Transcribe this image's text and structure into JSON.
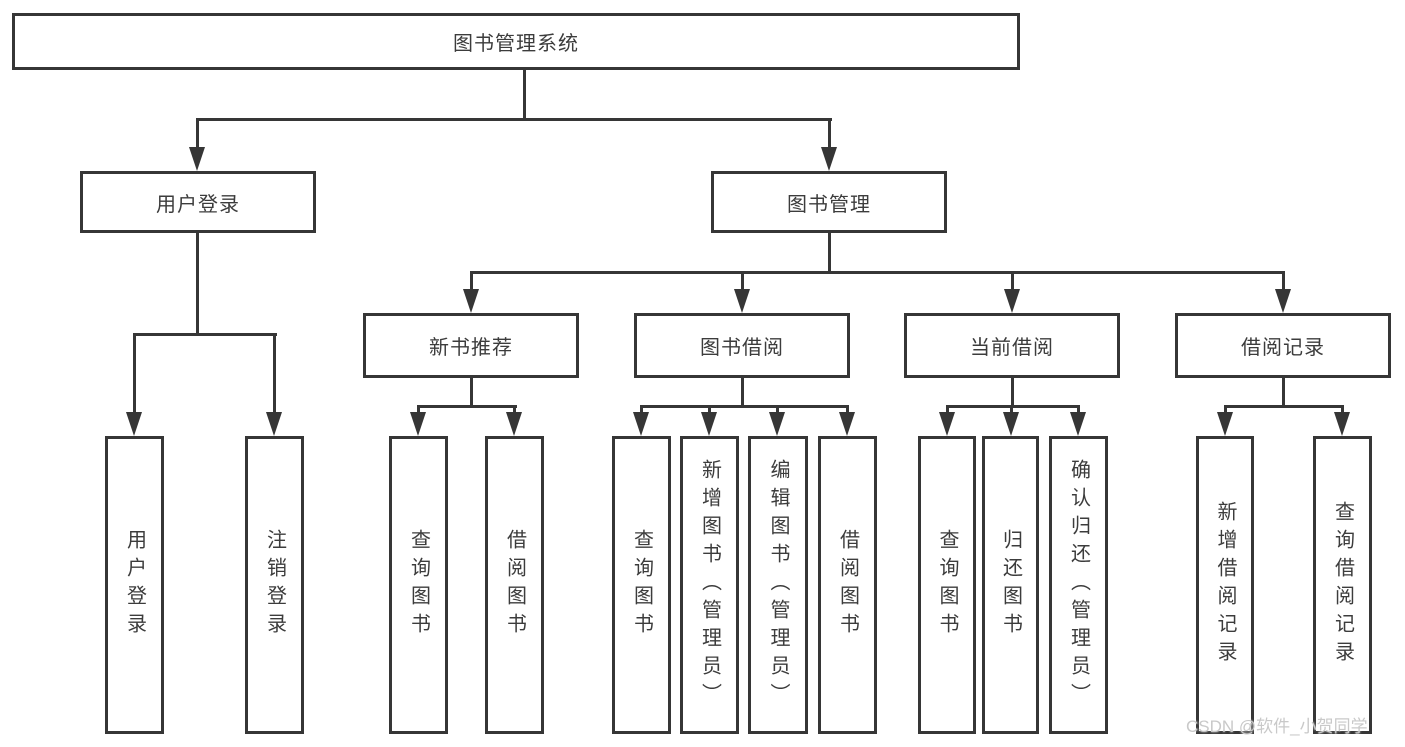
{
  "diagram": {
    "colors": {
      "line": "#363636",
      "text": "#3c3c3c",
      "box_bg": "#ffffff",
      "watermark": "#c9c9c9"
    },
    "root": {
      "label": "图书管理系统"
    },
    "level2": {
      "login": {
        "label": "用户登录"
      },
      "manage": {
        "label": "图书管理"
      }
    },
    "level3": {
      "recommend": {
        "label": "新书推荐"
      },
      "borrow": {
        "label": "图书借阅"
      },
      "current": {
        "label": "当前借阅"
      },
      "records": {
        "label": "借阅记录"
      }
    },
    "leaves": {
      "login": [
        "用户登录",
        "注销登录"
      ],
      "recommend": [
        "查询图书",
        "借阅图书"
      ],
      "borrow": [
        "查询图书",
        "新增图书（管理员）",
        "编辑图书（管理员）",
        "借阅图书"
      ],
      "current": [
        "查询图书",
        "归还图书",
        "确认归还（管理员）"
      ],
      "records": [
        "新增借阅记录",
        "查询借阅记录"
      ]
    },
    "watermark": "CSDN @软件_小贺同学"
  }
}
